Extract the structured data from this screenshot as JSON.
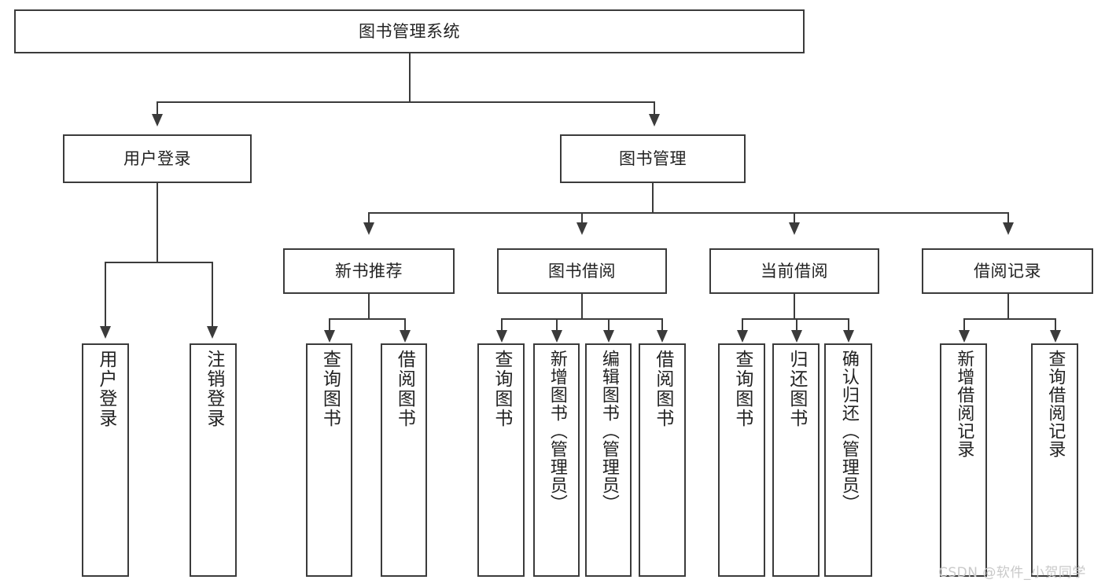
{
  "diagram": {
    "type": "tree-hierarchy-chart",
    "root": {
      "label": "图书管理系统"
    },
    "level1": [
      {
        "label": "用户登录"
      },
      {
        "label": "图书管理"
      }
    ],
    "level2": [
      {
        "label": "新书推荐"
      },
      {
        "label": "图书借阅"
      },
      {
        "label": "当前借阅"
      },
      {
        "label": "借阅记录"
      }
    ],
    "leaves": {
      "user_login": [
        {
          "label": "用户登录"
        },
        {
          "label": "注销登录"
        }
      ],
      "new_book_recommend": [
        {
          "label": "查询图书"
        },
        {
          "label": "借阅图书"
        }
      ],
      "book_borrow": [
        {
          "label": "查询图书"
        },
        {
          "label": "新增图书（管理员）"
        },
        {
          "label": "编辑图书（管理员）"
        },
        {
          "label": "借阅图书"
        }
      ],
      "current_borrow": [
        {
          "label": "查询图书"
        },
        {
          "label": "归还图书"
        },
        {
          "label": "确认归还（管理员）"
        }
      ],
      "borrow_record": [
        {
          "label": "新增借阅记录"
        },
        {
          "label": "查询借阅记录"
        }
      ]
    }
  },
  "watermark": {
    "text": "CSDN @软件_小贺同学"
  },
  "colors": {
    "stroke": "#3b3b3b",
    "background": "#ffffff",
    "text": "#222222",
    "watermark": "#c9c9c9"
  }
}
